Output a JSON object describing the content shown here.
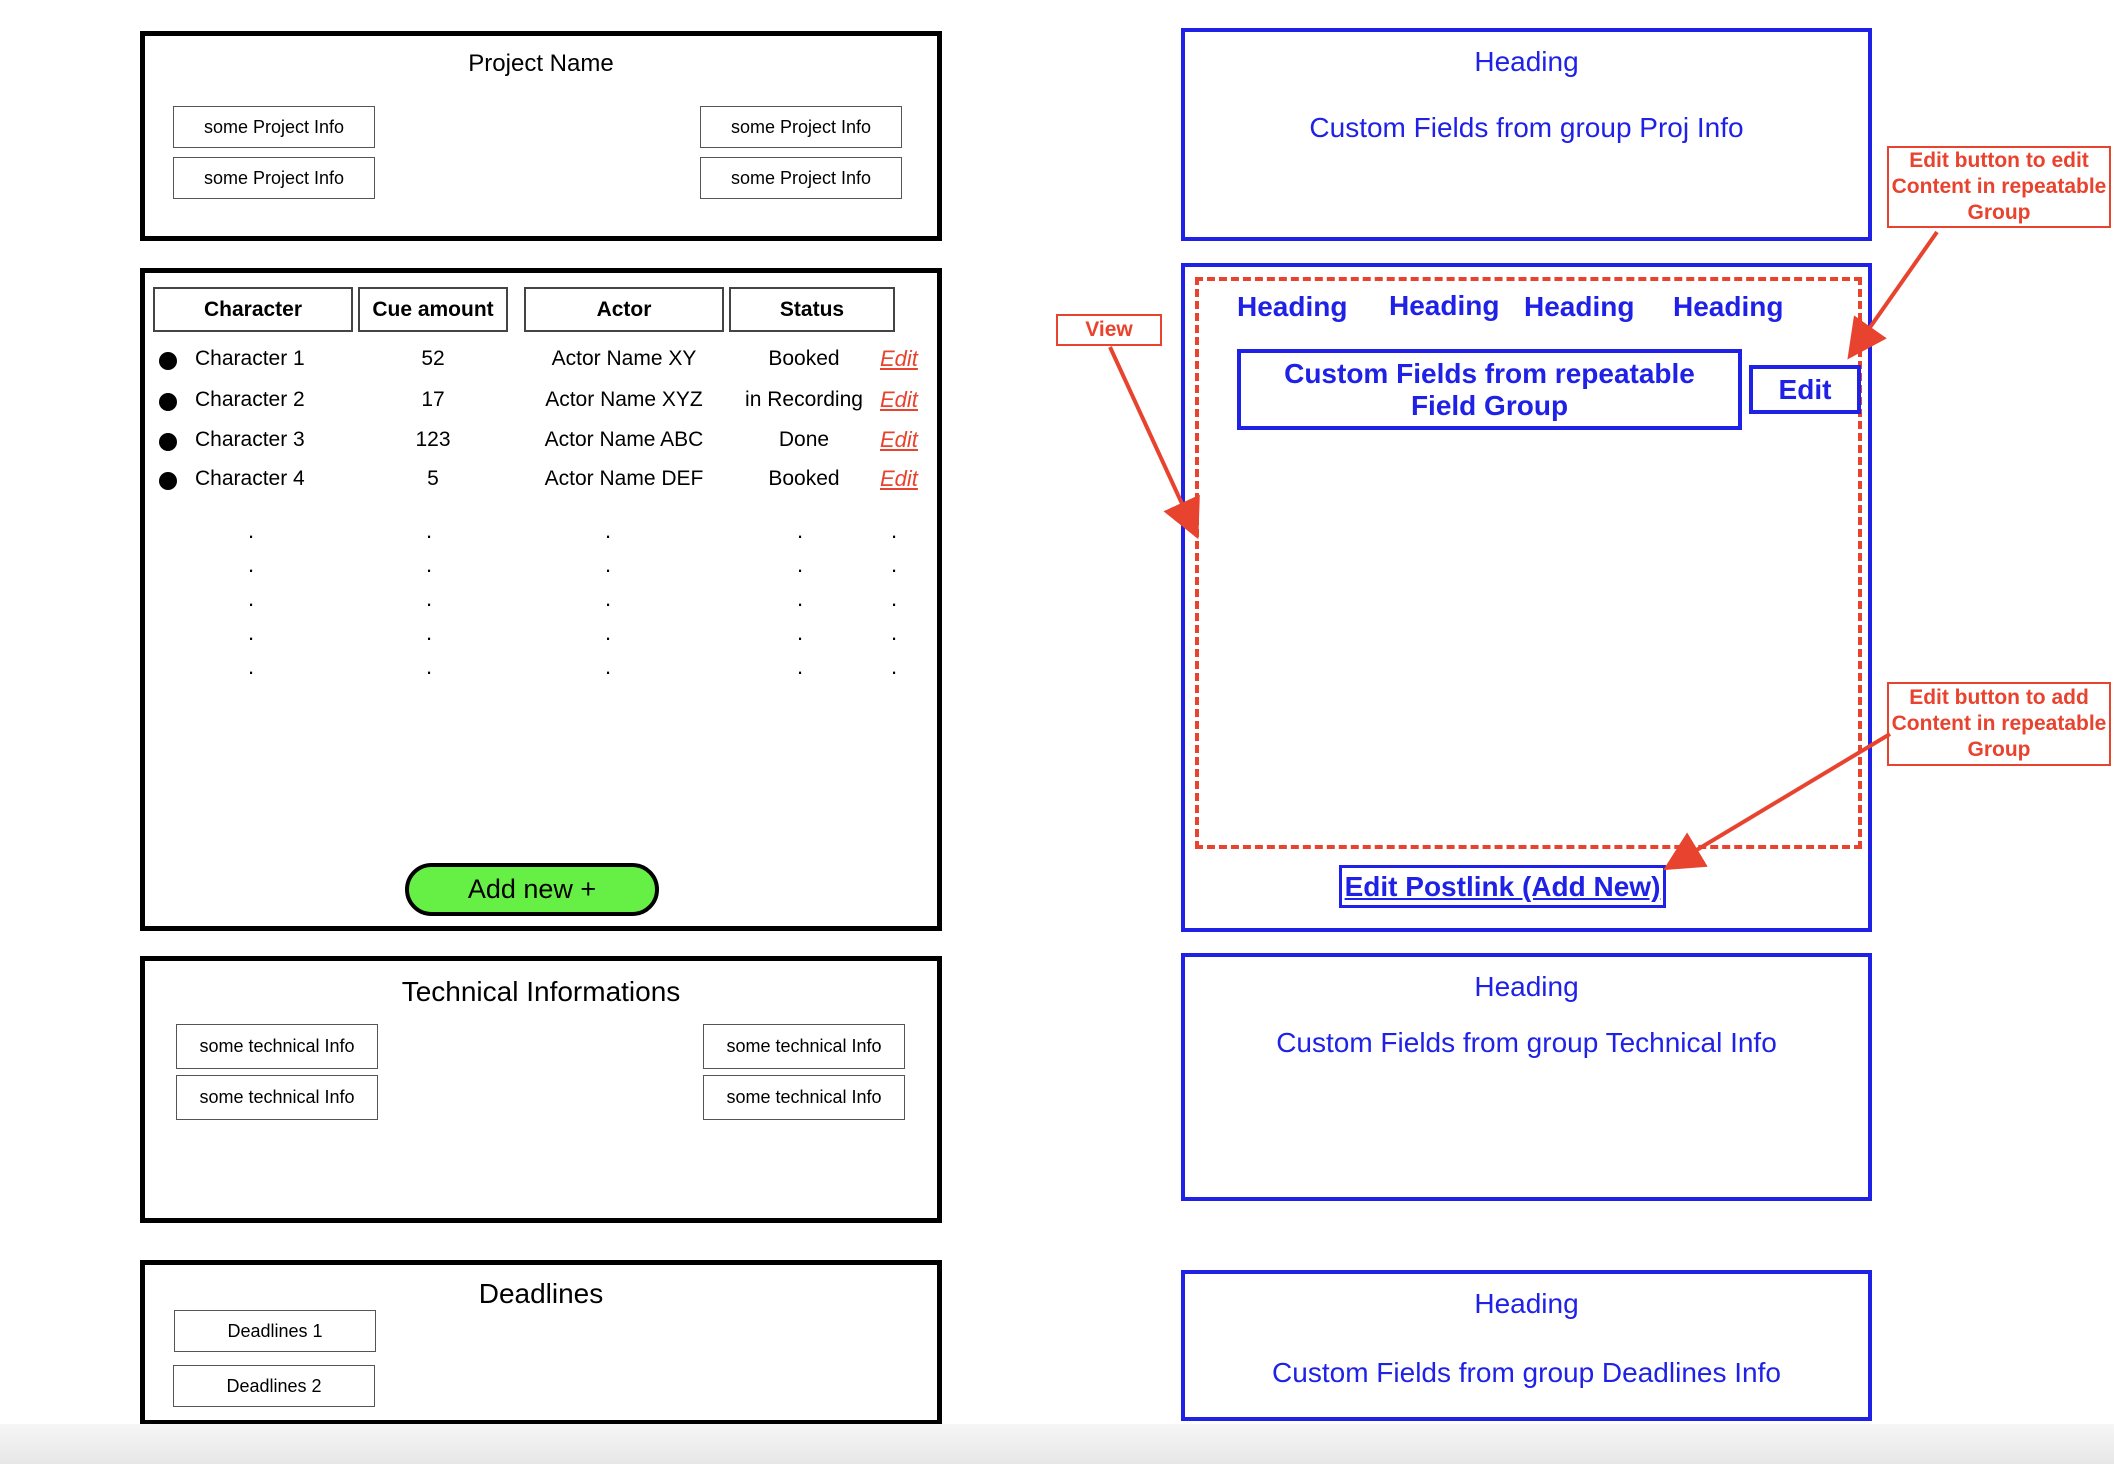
{
  "project_panel": {
    "title": "Project Name",
    "info_items": [
      "some Project Info",
      "some Project Info",
      "some Project Info",
      "some Project Info"
    ]
  },
  "characters_panel": {
    "columns": [
      "Character",
      "Cue amount",
      "Actor",
      "Status"
    ],
    "rows": [
      {
        "character": "Character 1",
        "cue": "52",
        "actor": "Actor Name XY",
        "status": "Booked",
        "edit": "Edit"
      },
      {
        "character": "Character 2",
        "cue": "17",
        "actor": "Actor Name XYZ",
        "status": "in Recording",
        "edit": "Edit"
      },
      {
        "character": "Character 3",
        "cue": "123",
        "actor": "Actor Name ABC",
        "status": "Done",
        "edit": "Edit"
      },
      {
        "character": "Character 4",
        "cue": "5",
        "actor": "Actor Name DEF",
        "status": "Booked",
        "edit": "Edit"
      }
    ],
    "ellipsis_dot": ".",
    "add_button": "Add new +"
  },
  "technical_panel": {
    "title": "Technical Informations",
    "info_items": [
      "some technical Info",
      "some technical Info",
      "some technical Info",
      "some technical Info"
    ]
  },
  "deadlines_panel": {
    "title": "Deadlines",
    "items": [
      "Deadlines 1",
      "Deadlines 2"
    ]
  },
  "right_proj": {
    "heading": "Heading",
    "text": "Custom Fields from group Proj Info"
  },
  "right_repeat": {
    "headings": [
      "Heading",
      "Heading",
      "Heading",
      "Heading"
    ],
    "custom_fields_box": "Custom Fields from repeatable Field Group",
    "edit_button": "Edit",
    "postlink": "Edit Postlink (Add New)"
  },
  "right_technical": {
    "heading": "Heading",
    "text": "Custom Fields from group Technical Info"
  },
  "right_deadlines": {
    "heading": "Heading",
    "text": "Custom Fields from group Deadlines Info"
  },
  "annotations": {
    "view": "View",
    "edit_content": "Edit button to edit Content in repeatable Group",
    "add_content": "Edit button to add Content in repeatable Group"
  },
  "colors": {
    "accent_blue": "#1f22e6",
    "annotation_red": "#e8432e",
    "add_green": "#66ef44"
  }
}
